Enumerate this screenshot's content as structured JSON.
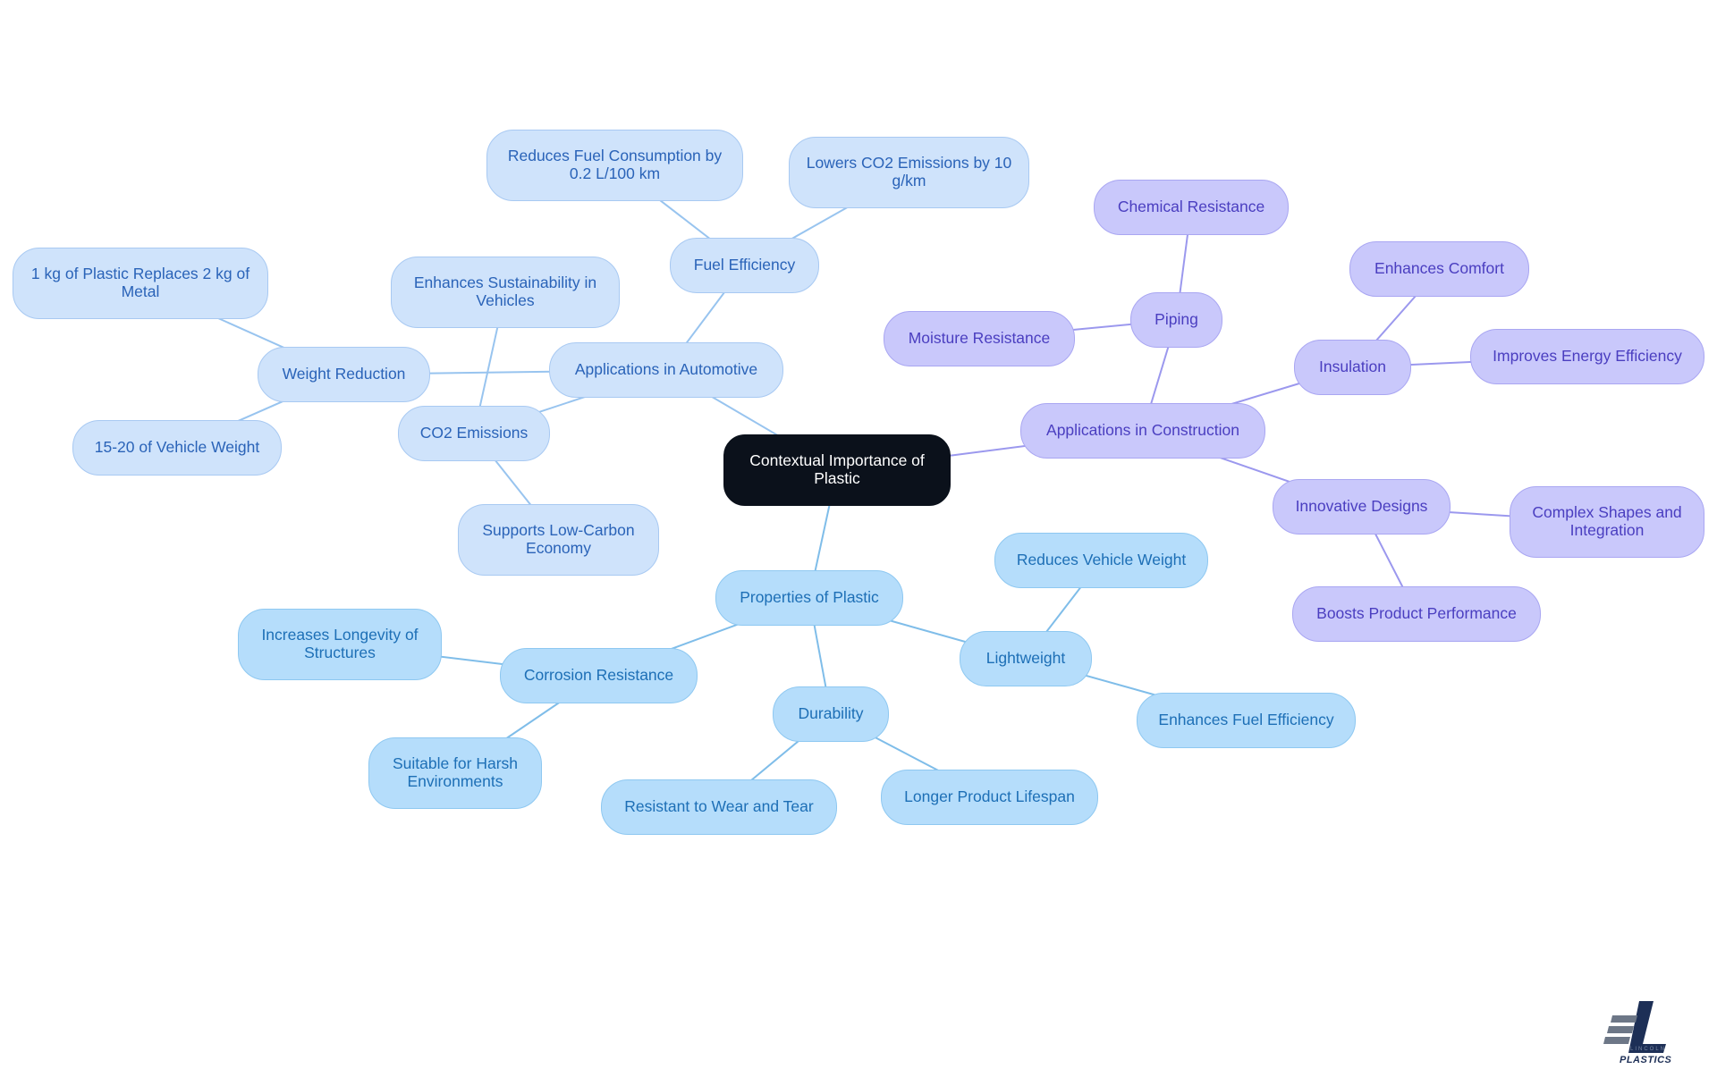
{
  "colors": {
    "root": "#0b111b",
    "automotive": "#cfe3fb",
    "construction": "#c9c8fb",
    "properties": "#b5ddfb",
    "edge_automotive": "#98c4ef",
    "edge_construction": "#9b98ee",
    "edge_properties": "#7fbde9"
  },
  "root": {
    "label": "Contextual Importance of Plastic"
  },
  "automotive": {
    "label": "Applications in Automotive",
    "fuel_efficiency": {
      "label": "Fuel Efficiency",
      "children": [
        "Reduces Fuel Consumption by 0.2 L/100 km",
        "Lowers CO2 Emissions by 10 g/km"
      ]
    },
    "weight_reduction": {
      "label": "Weight Reduction",
      "children": [
        "1 kg of Plastic Replaces 2 kg of Metal",
        "15-20 of Vehicle Weight"
      ]
    },
    "co2_emissions": {
      "label": "CO2 Emissions",
      "children": [
        "Enhances Sustainability in Vehicles",
        "Supports Low-Carbon Economy"
      ]
    }
  },
  "construction": {
    "label": "Applications in Construction",
    "piping": {
      "label": "Piping",
      "children": [
        "Chemical Resistance",
        "Moisture Resistance"
      ]
    },
    "insulation": {
      "label": "Insulation",
      "children": [
        "Enhances Comfort",
        "Improves Energy Efficiency"
      ]
    },
    "innovative_designs": {
      "label": "Innovative Designs",
      "children": [
        "Complex Shapes and Integration",
        "Boosts Product Performance"
      ]
    }
  },
  "properties": {
    "label": "Properties of Plastic",
    "lightweight": {
      "label": "Lightweight",
      "children": [
        "Reduces Vehicle Weight",
        "Enhances Fuel Efficiency"
      ]
    },
    "durability": {
      "label": "Durability",
      "children": [
        "Resistant to Wear and Tear",
        "Longer Product Lifespan"
      ]
    },
    "corrosion_resistance": {
      "label": "Corrosion Resistance",
      "children": [
        "Increases Longevity of Structures",
        "Suitable for Harsh Environments"
      ]
    }
  },
  "logo": {
    "name": "lincoln-plastics-logo",
    "text": "PLASTICS",
    "subtext": "LINCOLN"
  }
}
